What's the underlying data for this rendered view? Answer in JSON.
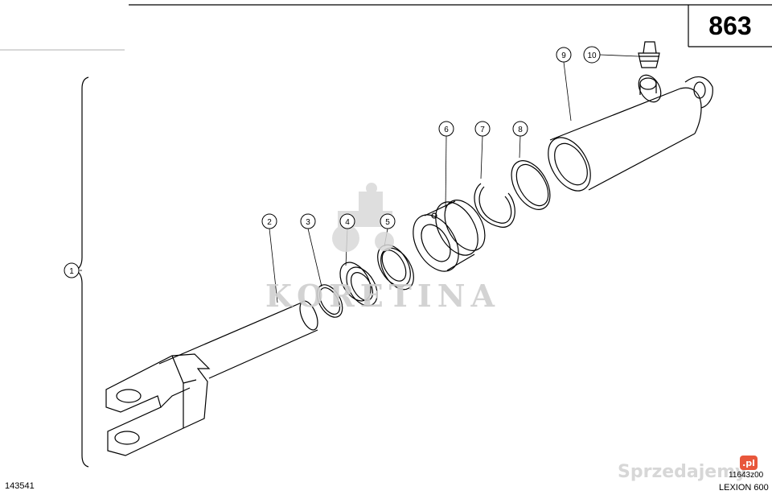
{
  "header": {
    "page_number": "863"
  },
  "footer": {
    "doc_id": "143541",
    "drawing_id": "11643z00",
    "model": "LEXION 600"
  },
  "watermarks": {
    "center_text": "KORETINA",
    "site_text": "Sprzedajemy",
    "site_badge": ".pl"
  },
  "callouts": [
    "1",
    "2",
    "3",
    "4",
    "5",
    "6",
    "7",
    "8",
    "9",
    "10"
  ]
}
